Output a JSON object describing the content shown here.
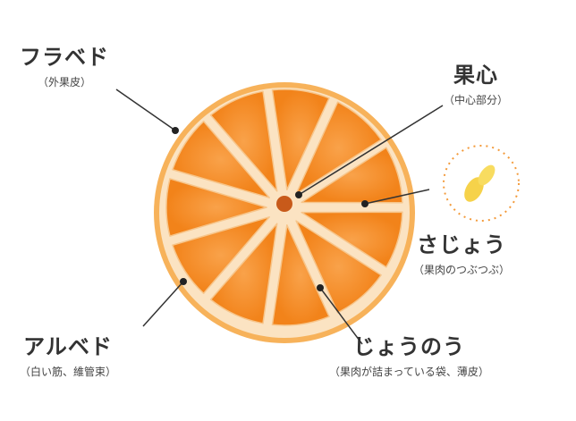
{
  "labels": {
    "flavedo": {
      "title": "フラベド",
      "sub": "（外果皮）"
    },
    "core": {
      "title": "果心",
      "sub": "（中心部分）"
    },
    "sac": {
      "title": "さじょう",
      "sub": "（果肉のつぶつぶ）"
    },
    "albedo": {
      "title": "アルベド",
      "sub": "（白い筋、維管束）"
    },
    "segment": {
      "title": "じょうのう",
      "sub": "（果肉が詰まっている袋、薄皮）"
    }
  },
  "colors": {
    "peel": "#f0830f",
    "flesh": "#f7942a",
    "pith": "#fbe7cc",
    "accent": "#f39a3a",
    "line": "#333333"
  }
}
